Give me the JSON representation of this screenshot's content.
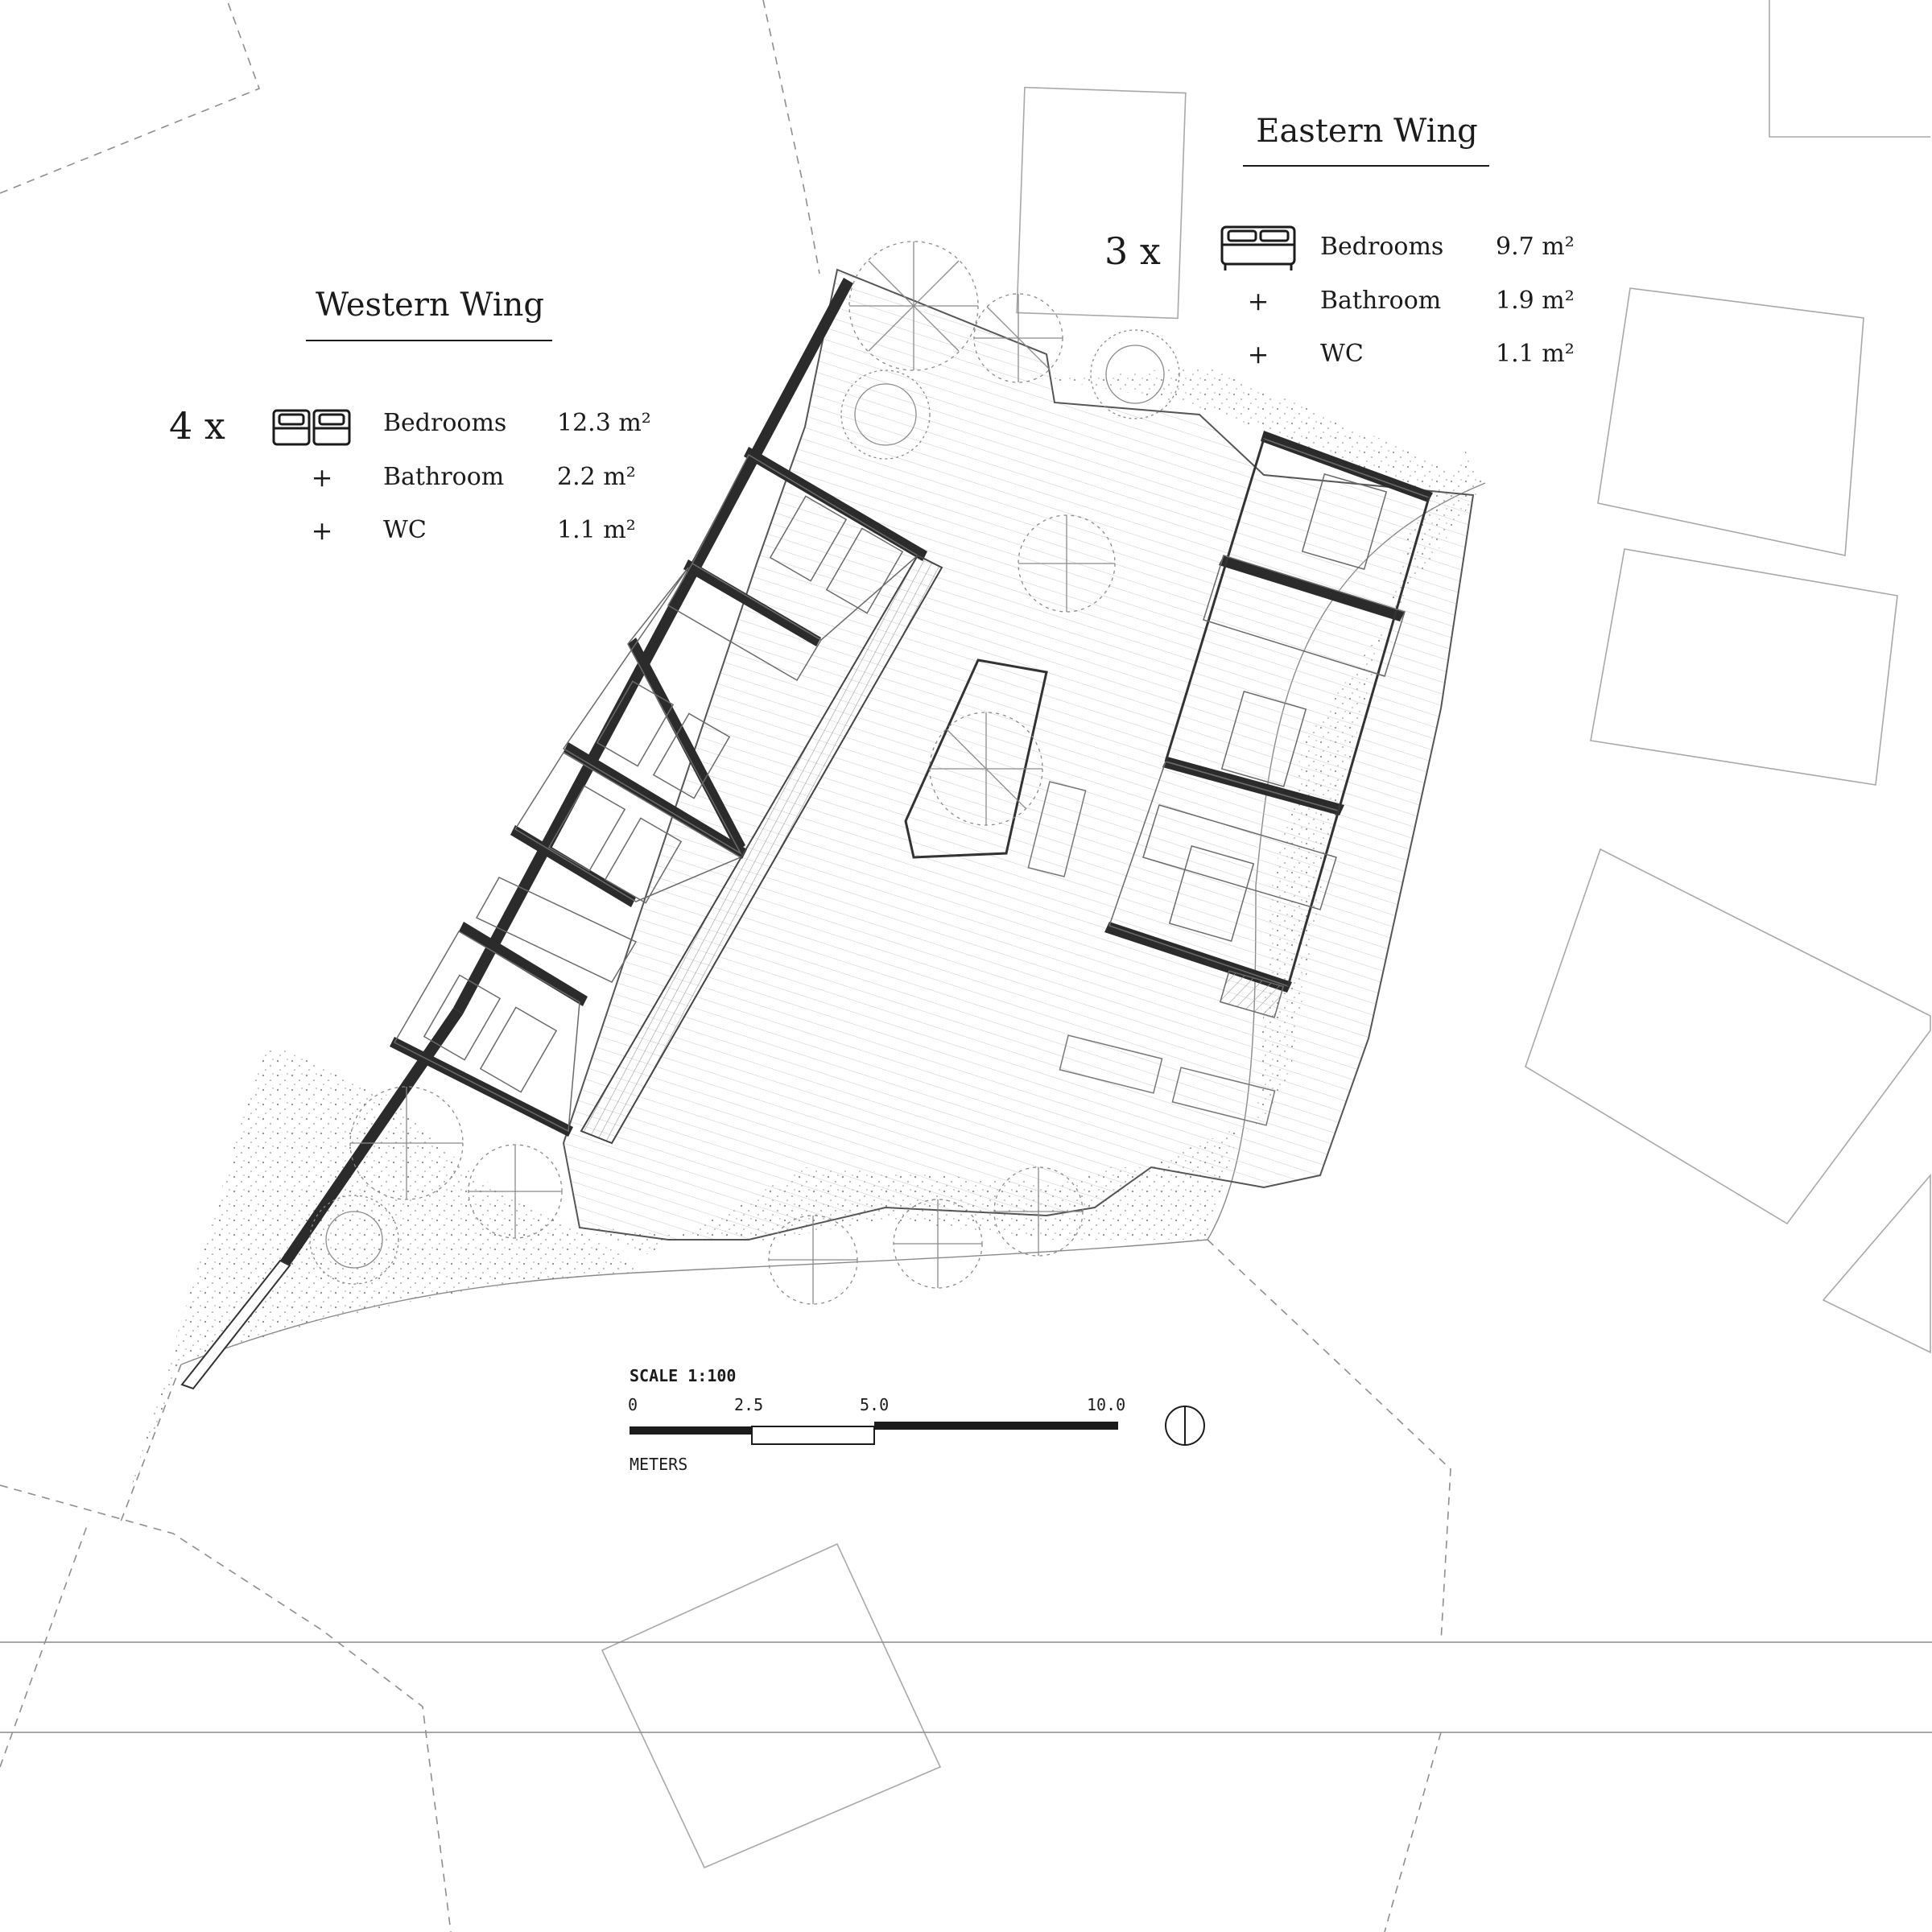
{
  "colors": {
    "wall": "#2b2b2b",
    "line": "#4a4a4a",
    "faint": "#b8b8b8",
    "paper": "#ffffff"
  },
  "western_wing": {
    "title": "Western Wing",
    "count": "4 x",
    "rows": [
      {
        "prefix": "",
        "label": "Bedrooms",
        "area": "12.3 m²"
      },
      {
        "prefix": "+",
        "label": "Bathroom",
        "area": "2.2 m²"
      },
      {
        "prefix": "+",
        "label": "WC",
        "area": "1.1 m²"
      }
    ],
    "icon": "twin-bed-icon"
  },
  "eastern_wing": {
    "title": "Eastern Wing",
    "count": "3 x",
    "rows": [
      {
        "prefix": "",
        "label": "Bedrooms",
        "area": "9.7 m²"
      },
      {
        "prefix": "+",
        "label": "Bathroom",
        "area": "1.9 m²"
      },
      {
        "prefix": "+",
        "label": "WC",
        "area": "1.1 m²"
      }
    ],
    "icon": "double-bed-icon"
  },
  "scale": {
    "title": "SCALE 1:100",
    "ticks": [
      "0",
      "2.5",
      "5.0",
      "10.0"
    ],
    "unit": "METERS",
    "north_icon": "north-arrow-icon"
  }
}
